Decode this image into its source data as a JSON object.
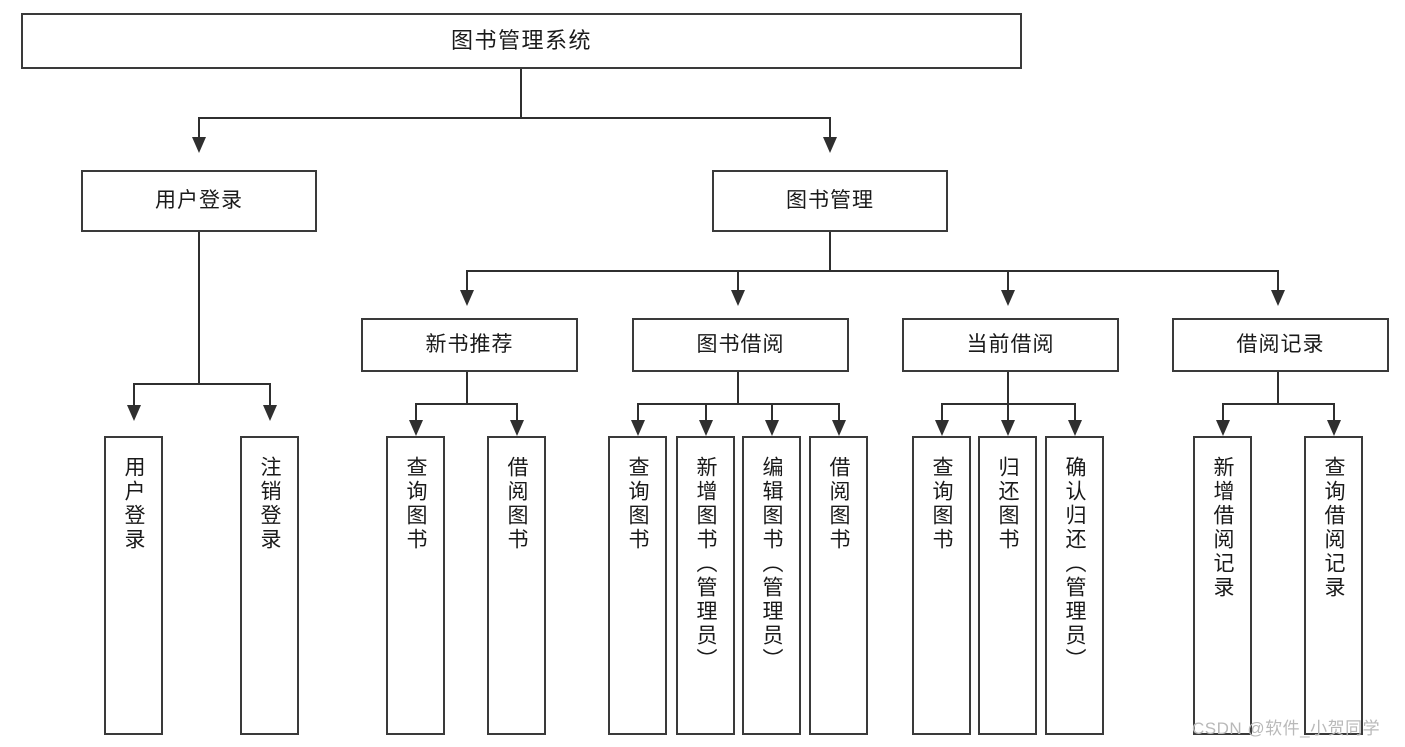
{
  "diagram": {
    "title": "图书管理系统",
    "type": "tree-hierarchy",
    "watermark": "CSDN @软件_小贺同学",
    "colors": {
      "box_border": "#3a3a3a",
      "line": "#2f2f2f",
      "background": "#ffffff",
      "text": "#1a1a1a",
      "watermark": "#b9b9b9"
    },
    "nodes": {
      "root": {
        "label": "图书管理系统"
      },
      "level1": [
        {
          "label": "用户登录"
        },
        {
          "label": "图书管理"
        }
      ],
      "level2": [
        {
          "label": "新书推荐"
        },
        {
          "label": "图书借阅"
        },
        {
          "label": "当前借阅"
        },
        {
          "label": "借阅记录"
        }
      ],
      "leaves": {
        "user_login": [
          {
            "label": "用户登录"
          },
          {
            "label": "注销登录"
          }
        ],
        "new_book_recommend": [
          {
            "label": "查询图书"
          },
          {
            "label": "借阅图书"
          }
        ],
        "book_borrow": [
          {
            "label": "查询图书"
          },
          {
            "label": "新增图书（管理员）"
          },
          {
            "label": "编辑图书（管理员）"
          },
          {
            "label": "借阅图书"
          }
        ],
        "current_borrow": [
          {
            "label": "查询图书"
          },
          {
            "label": "归还图书"
          },
          {
            "label": "确认归还（管理员）"
          }
        ],
        "borrow_record": [
          {
            "label": "新增借阅记录"
          },
          {
            "label": "查询借阅记录"
          }
        ]
      }
    }
  }
}
